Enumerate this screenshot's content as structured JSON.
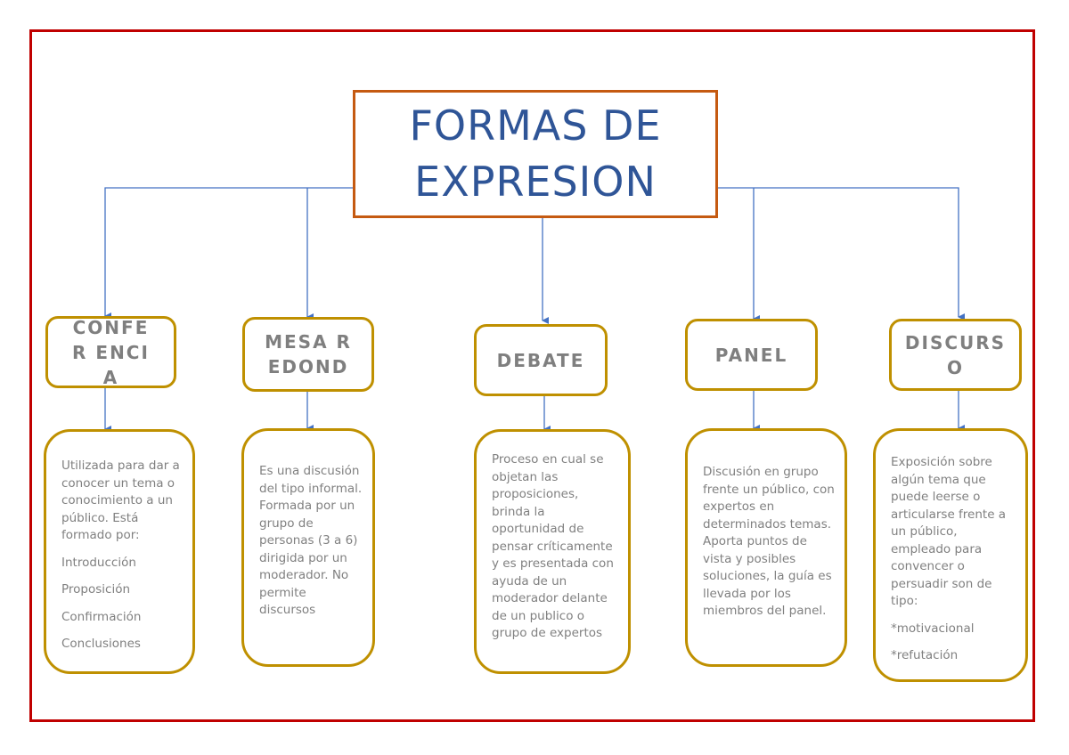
{
  "root": {
    "title": "FORMAS DE EXPRESION"
  },
  "colors": {
    "frame": "#c00000",
    "root_border": "#c55a11",
    "root_text": "#2f5597",
    "box_border": "#bf9000",
    "connector": "#4472c4",
    "text": "#808080"
  },
  "branches": [
    {
      "title": "CONFER ENCIA",
      "description": "Utilizada para dar a conocer un tema o conocimiento a un público. Está formado por:",
      "list": [
        "Introducción",
        "Proposición",
        "Confirmación",
        "Conclusiones"
      ]
    },
    {
      "title": "MESA REDOND",
      "description": "Es una discusión del tipo informal. Formada por un grupo de personas (3 a 6) dirigida por un moderador. No permite discursos"
    },
    {
      "title": "DEBATE",
      "description": "Proceso en cual se objetan las proposiciones, brinda la oportunidad de pensar críticamente y es presentada con ayuda de un moderador delante de un publico o grupo de expertos"
    },
    {
      "title": "PANEL",
      "description": "Discusión en grupo frente un público, con expertos en determinados temas. Aporta puntos de vista y posibles soluciones, la guía es llevada por los miembros del panel."
    },
    {
      "title": "DISCURS O",
      "description": "Exposición sobre algún tema que puede leerse o articularse frente a un público, empleado para convencer o persuadir son de tipo:",
      "list": [
        "*motivacional",
        "*refutación"
      ]
    }
  ]
}
